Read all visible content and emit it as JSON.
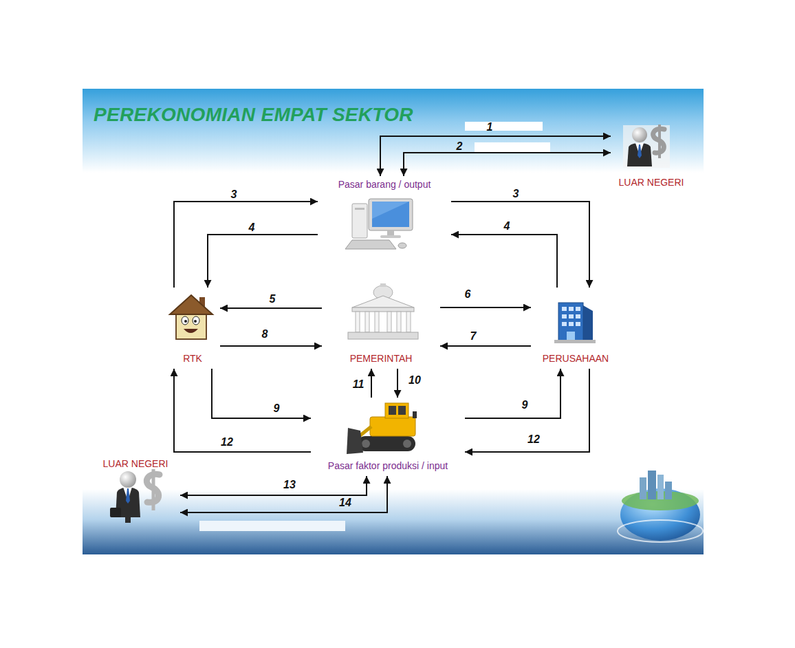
{
  "diagram": {
    "title": "PEREKONOMIAN EMPAT SEKTOR",
    "nodes": [
      {
        "text": [
          "Pasar barang / output"
        ]
      },
      {
        "text": [
          "LUAR NEGERI"
        ]
      },
      {
        "text": [
          "RTK"
        ]
      },
      {
        "text": [
          "PEMERINTAH"
        ]
      },
      {
        "text": [
          "PERUSAHAAN"
        ]
      },
      {
        "text": [
          "LUAR NEGERI"
        ]
      },
      {
        "text": [
          "Pasar faktor produksi / input"
        ]
      }
    ],
    "edges": [
      {
        "from": 0,
        "to": 1,
        "label": "1",
        "arrow": "both"
      },
      {
        "from": 0,
        "to": 1,
        "label": "2",
        "arrow": "both"
      },
      {
        "from": 2,
        "to": 0,
        "label": "3",
        "arrow": "to"
      },
      {
        "from": 0,
        "to": 4,
        "label": "3",
        "arrow": "to"
      },
      {
        "from": 4,
        "to": 0,
        "label": "4",
        "arrow": "to"
      },
      {
        "from": 0,
        "to": 2,
        "label": "4",
        "arrow": "to"
      },
      {
        "from": 3,
        "to": 2,
        "label": "5",
        "arrow": "to"
      },
      {
        "from": 3,
        "to": 4,
        "label": "6",
        "arrow": "to"
      },
      {
        "from": 4,
        "to": 3,
        "label": "7",
        "arrow": "to"
      },
      {
        "from": 2,
        "to": 3,
        "label": "8",
        "arrow": "to"
      },
      {
        "from": 2,
        "to": 6,
        "label": "9",
        "arrow": "to"
      },
      {
        "from": 6,
        "to": 4,
        "label": "9",
        "arrow": "to"
      },
      {
        "from": 3,
        "to": 6,
        "label": "10",
        "arrow": "to"
      },
      {
        "from": 6,
        "to": 3,
        "label": "11",
        "arrow": "to"
      },
      {
        "from": 4,
        "to": 6,
        "label": "12",
        "arrow": "to"
      },
      {
        "from": 6,
        "to": 2,
        "label": "12",
        "arrow": "to"
      },
      {
        "from": 6,
        "to": 5,
        "label": "13",
        "arrow": "both"
      },
      {
        "from": 6,
        "to": 5,
        "label": "14",
        "arrow": "both"
      }
    ]
  }
}
